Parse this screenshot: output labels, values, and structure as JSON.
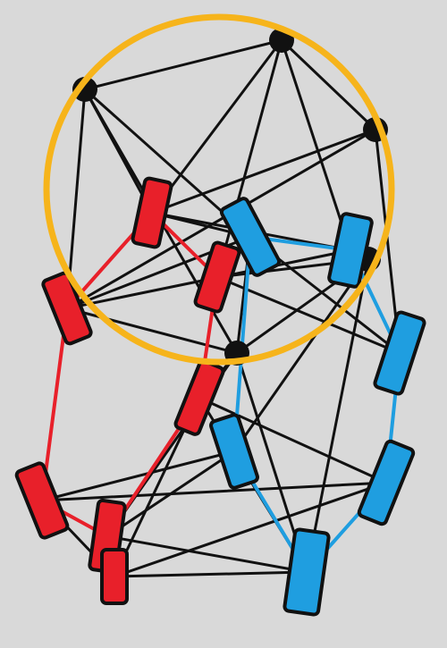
{
  "colors": {
    "background": "#d9d9d9",
    "edge": "#111111",
    "node_dot": "#111111",
    "red_group": "#e8202a",
    "blue_group": "#1f9ee0",
    "circle_outline": "#f6b41b",
    "block_border": "#111111"
  },
  "legend": [],
  "shapes": {
    "dot": "black-circle-node",
    "block": "rounded-rectangle-node",
    "ring": "yellow-circle-outline"
  }
}
